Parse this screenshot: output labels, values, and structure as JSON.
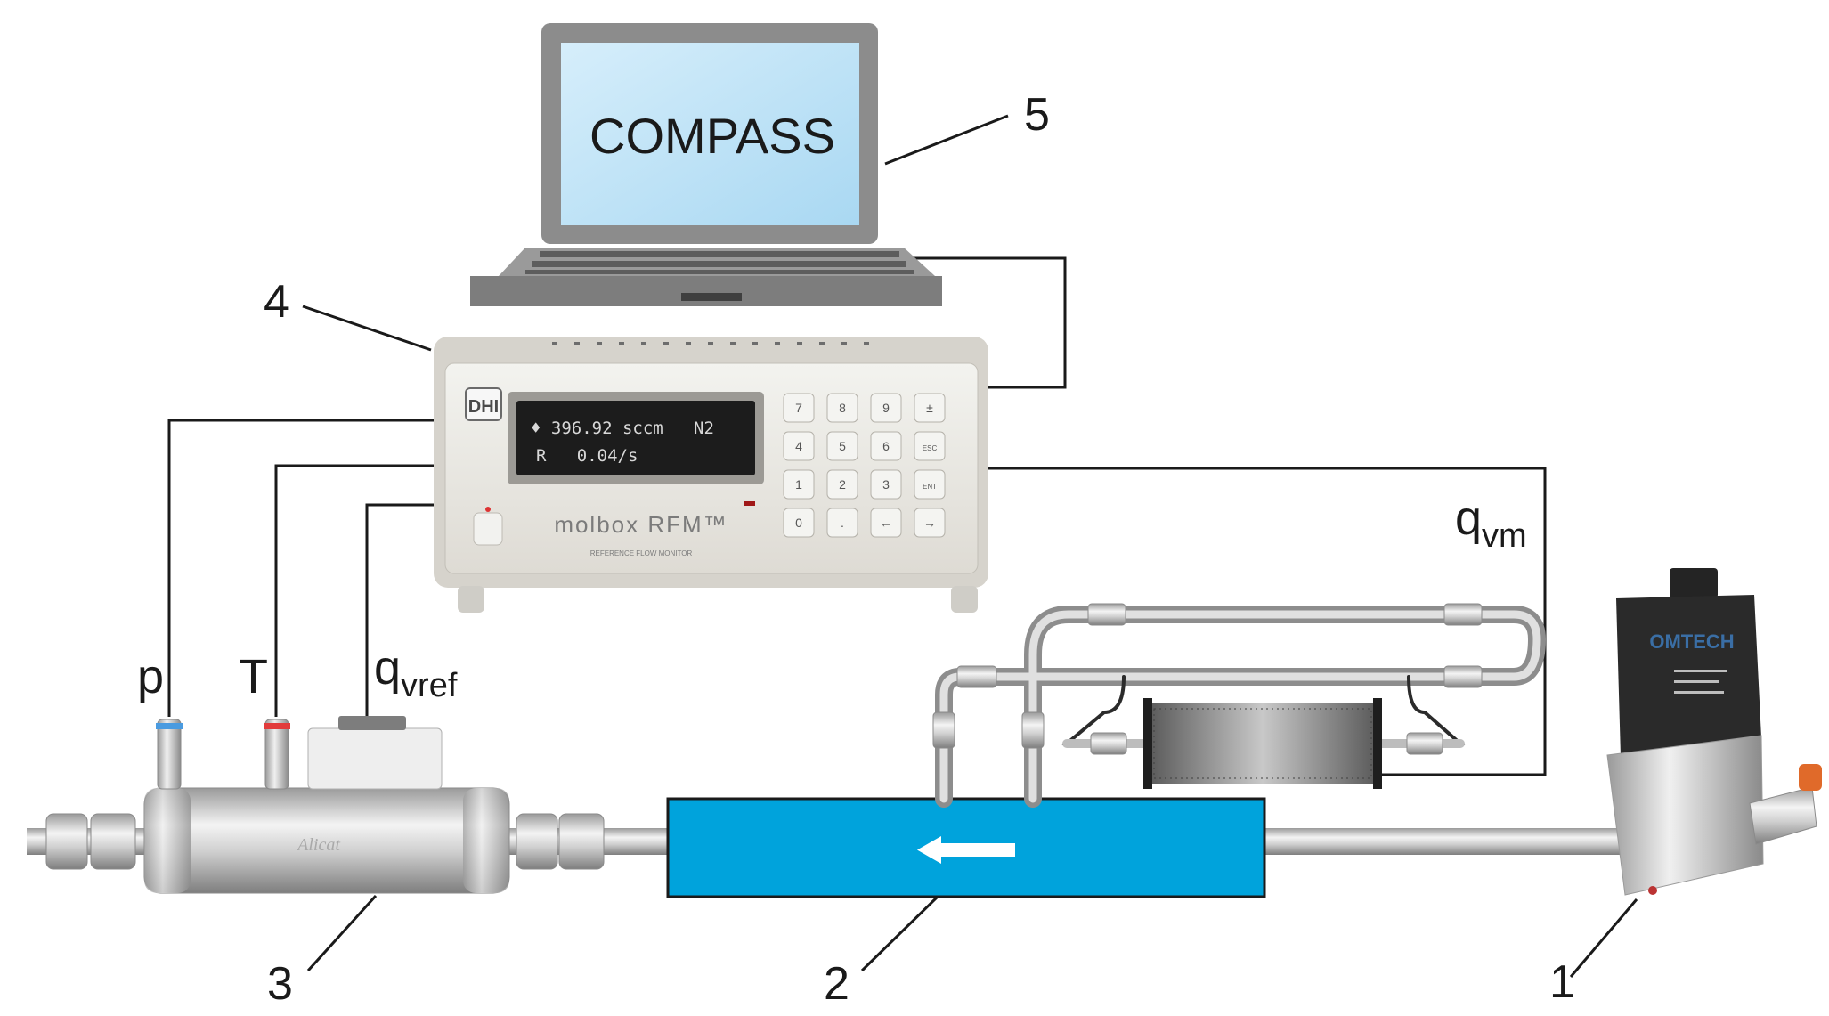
{
  "laptop": {
    "screen_text": "COMPASS"
  },
  "instrument": {
    "brand_badge": "DHI",
    "display_line1": "♦ 396.92 sccm   N2",
    "display_line2": "R   0.04/s",
    "model_name": "molbox RFM™",
    "subtitle": "REFERENCE FLOW MONITOR",
    "keys": [
      "7",
      "8",
      "9",
      "±",
      "4",
      "5",
      "6",
      "ESC",
      "1",
      "2",
      "3",
      "ENT",
      "0",
      ".",
      "←",
      "→"
    ]
  },
  "signals": {
    "p": "p",
    "T": "T",
    "q": "q",
    "vref": "vref",
    "vm": "vm"
  },
  "callouts": [
    "1",
    "2",
    "3",
    "4",
    "5"
  ],
  "reference_meter": {
    "engraving": "Alicat"
  },
  "valve": {
    "brand": "OMTECH"
  },
  "colors": {
    "pipe_body": "#00a3dc",
    "laptop_screen": "#bde3f7",
    "laptop_body": "#8d8d8d",
    "instrument_face": "#e9e9e4",
    "display_bg": "#1c1c1c",
    "display_text": "#d8d8d8",
    "wire": "#1a1a1a",
    "steel": "#c9c9c9"
  }
}
